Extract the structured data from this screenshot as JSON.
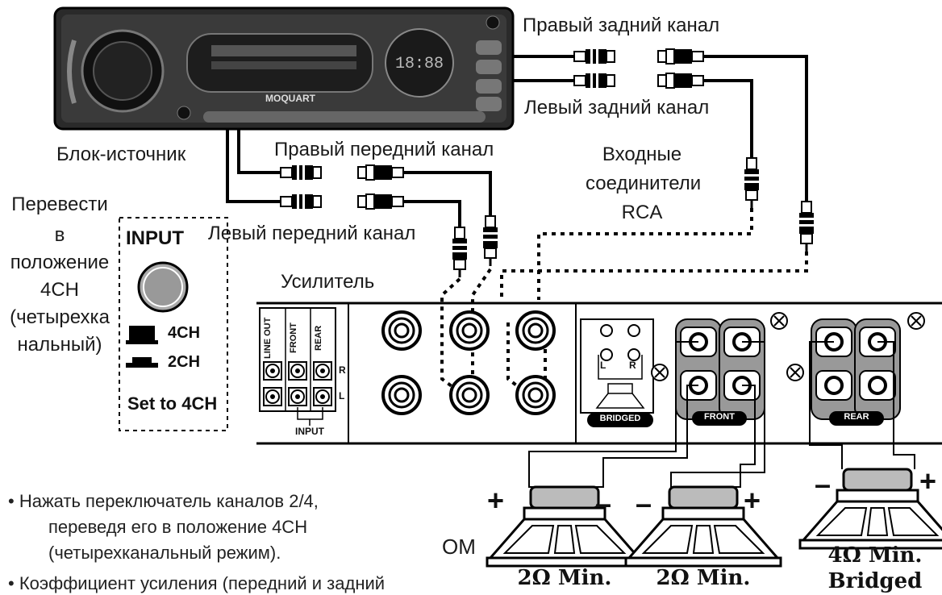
{
  "labels": {
    "right_rear": "Правый задний канал",
    "left_rear": "Левый задний канал",
    "source_unit": "Блок-источник",
    "right_front": "Правый передний канал",
    "left_front": "Левый передний канал",
    "rca_inputs": [
      "Входные",
      "соединители",
      "RCA"
    ],
    "amplifier": "Усилитель"
  },
  "switch_panel": {
    "instruction": [
      "Перевести",
      "в",
      "положение",
      "4CH",
      "(четырехка",
      "нальный)"
    ],
    "title": "INPUT",
    "pos_4ch": "4CH",
    "pos_2ch": "2CH",
    "set_to": "Set to 4CH"
  },
  "amp_panel": {
    "line_out": "LINE OUT",
    "front": "FRONT",
    "rear": "REAR",
    "r": "R",
    "l": "L",
    "input": "INPUT",
    "bridged": "BRIDGED",
    "front_badge": "FRONT",
    "rear_badge": "REAR",
    "bridge_l": "L",
    "bridge_r": "R"
  },
  "head_unit": {
    "brand": "MOQUART",
    "clock": "18:88"
  },
  "speakers": [
    {
      "label": "2Ω Min.",
      "plus": "+",
      "minus": "–"
    },
    {
      "label": "2Ω Min.",
      "plus": "+",
      "minus": "–"
    },
    {
      "label": [
        "4Ω Min.",
        "Bridged"
      ],
      "plus": "+",
      "minus": "–"
    }
  ],
  "ohm_fragment": "ОМ",
  "notes": [
    "• Нажать переключатель каналов 2/4,",
    "переведя его в положение 4CH",
    "(четырехканальный режим).",
    "• Коэффициент усиления (передний и задний"
  ]
}
